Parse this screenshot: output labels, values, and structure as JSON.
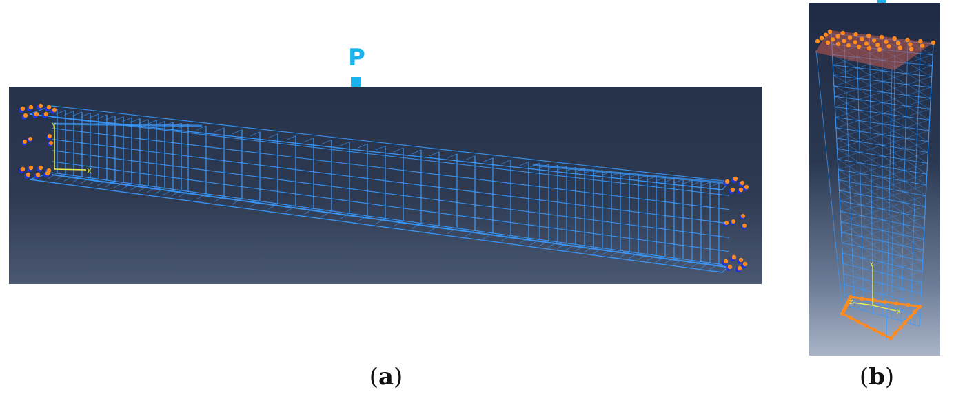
{
  "load": {
    "label": "P"
  },
  "panels": {
    "a": {
      "caption_open": "(",
      "caption_letter": "a",
      "caption_close": ")"
    },
    "b": {
      "caption_open": "(",
      "caption_letter": "b",
      "caption_close": ")"
    }
  },
  "axes": {
    "x": "X",
    "y": "Y",
    "z": "Z"
  },
  "colors": {
    "mesh": "#3a9bff",
    "load_arrow": "#19b3ee",
    "boundary_markers": "#ff8a1e",
    "boundary_blue": "#1f36d6",
    "axis_y": "#f1f04a",
    "axis_x": "#f1f04a"
  }
}
